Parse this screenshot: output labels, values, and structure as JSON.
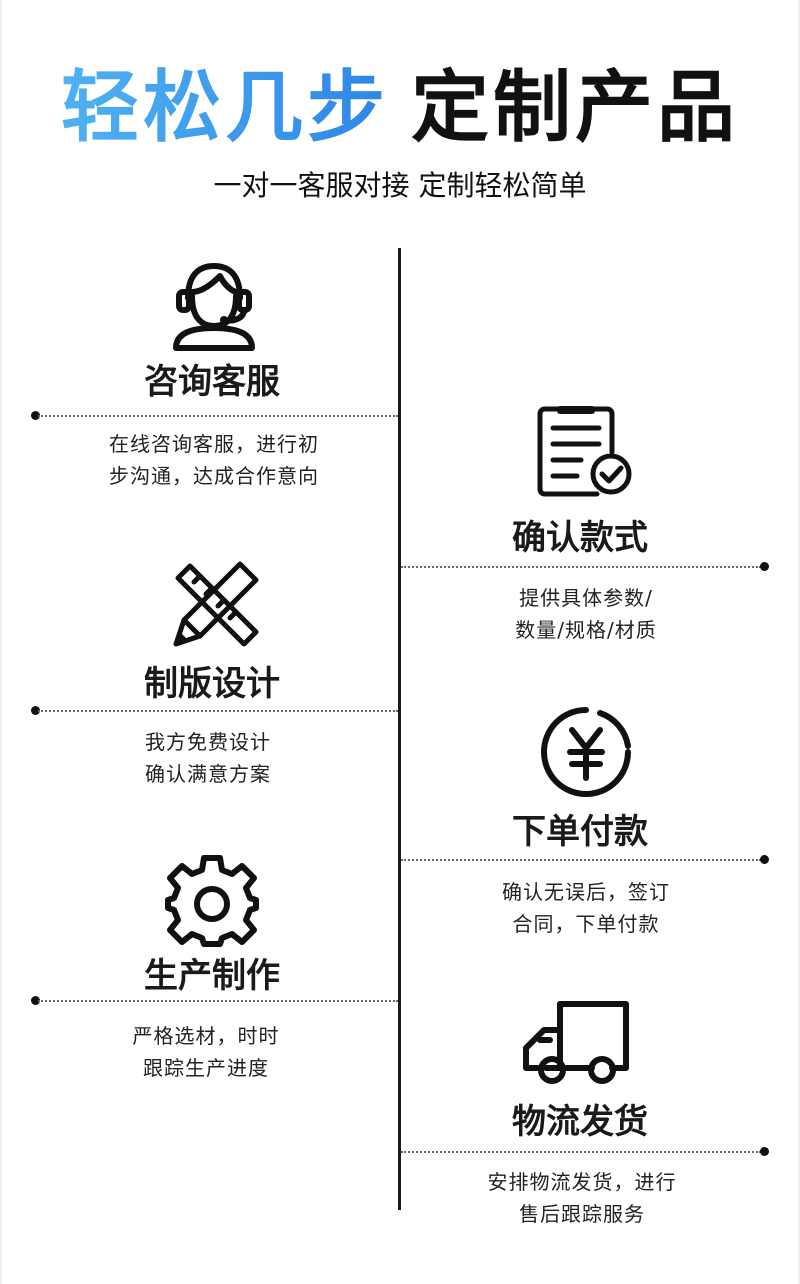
{
  "header": {
    "title_highlight": "轻松几步",
    "title_main": "定制产品",
    "subtitle": "一对一客服对接 定制轻松简单"
  },
  "colors": {
    "title_gradient_start": "#4fb2f2",
    "title_gradient_end": "#2e86e6",
    "text": "#1a1a1a"
  },
  "steps": [
    {
      "title": "咨询客服",
      "desc_line1": "在线咨询客服，进行初",
      "desc_line2": "步沟通，达成合作意向",
      "icon": "customer-service-headset-icon"
    },
    {
      "title": "确认款式",
      "desc_line1": "提供具体参数/",
      "desc_line2": "数量/规格/材质",
      "icon": "checklist-clipboard-icon"
    },
    {
      "title": "制版设计",
      "desc_line1": "我方免费设计",
      "desc_line2": "确认满意方案",
      "icon": "pencil-ruler-icon"
    },
    {
      "title": "下单付款",
      "desc_line1": "确认无误后，签订",
      "desc_line2": "合同，下单付款",
      "icon": "yuan-coin-icon"
    },
    {
      "title": "生产制作",
      "desc_line1": "严格选材，时时",
      "desc_line2": "跟踪生产进度",
      "icon": "gear-icon"
    },
    {
      "title": "物流发货",
      "desc_line1": "安排物流发货，进行",
      "desc_line2": "售后跟踪服务",
      "icon": "delivery-truck-icon"
    }
  ]
}
